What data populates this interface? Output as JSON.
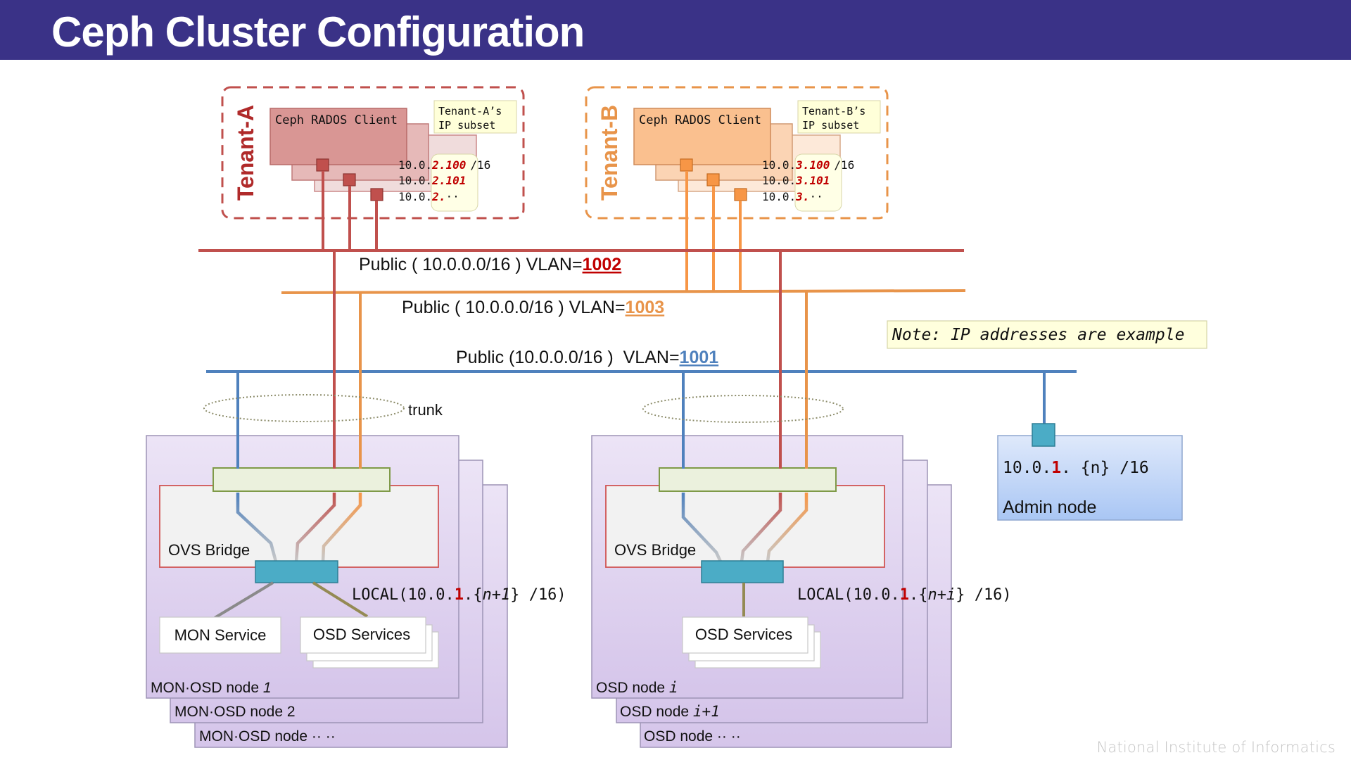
{
  "header": {
    "title": "Ceph Cluster Configuration"
  },
  "colors": {
    "header_bg": "#3a3287",
    "vlan_1002": "#c0504d",
    "vlan_1003": "#e8944a",
    "vlan_1001": "#4f81bd",
    "tenant_a_label": "#b02a2a",
    "tenant_b_label": "#e8944a",
    "ip_highlight": "#c00000",
    "node_fill": "#ddd0ef",
    "port": "#4bacc6"
  },
  "tenants": [
    {
      "label": "Tenant-A",
      "client_label": "Ceph RADOS Client",
      "subset_note": [
        "Tenant-A’s",
        "IP subset"
      ],
      "ips": [
        {
          "prefix": "10.0.",
          "suffix": "2.100",
          "mask": "/16"
        },
        {
          "prefix": "10.0.",
          "suffix": "2.101",
          "mask": ""
        },
        {
          "prefix": "10.0.",
          "suffix": "2.",
          "mask": "",
          "ellipsis": "··"
        }
      ]
    },
    {
      "label": "Tenant-B",
      "client_label": "Ceph RADOS Client",
      "subset_note": [
        "Tenant-B’s",
        "IP subset"
      ],
      "ips": [
        {
          "prefix": "10.0.",
          "suffix": "3.100",
          "mask": "/16"
        },
        {
          "prefix": "10.0.",
          "suffix": "3.101",
          "mask": ""
        },
        {
          "prefix": "10.0.",
          "suffix": "3.",
          "mask": "",
          "ellipsis": "··"
        }
      ]
    }
  ],
  "networks": [
    {
      "label": "Public ( 10.0.0.0/16 ) VLAN=",
      "vlan": "1002"
    },
    {
      "label": "Public ( 10.0.0.0/16 ) VLAN=",
      "vlan": "1003"
    },
    {
      "label": "Public (10.0.0.0/16 )  VLAN=",
      "vlan": "1001"
    }
  ],
  "trunk_label": "trunk",
  "note": "Note: IP addresses are example",
  "admin_node": {
    "ip_prefix": "10.0.",
    "ip_highlight": "1",
    "ip_suffix": ". {n} /16",
    "label": "Admin node"
  },
  "node_groups": [
    {
      "bridge_label": "OVS Bridge",
      "local": {
        "prefix": "LOCAL(10.0.",
        "highlight": "1",
        "mid": ".{",
        "var": "n+1",
        "suffix": "} /16)"
      },
      "services": [
        "MON Service",
        "OSD Services"
      ],
      "node_labels": [
        {
          "text": "MON·OSD node ",
          "italic": "1"
        },
        {
          "text": "MON·OSD node 2",
          "italic": ""
        },
        {
          "text": "MON·OSD node ·· ··",
          "italic": ""
        }
      ]
    },
    {
      "bridge_label": "OVS Bridge",
      "local": {
        "prefix": "LOCAL(10.0.",
        "highlight": "1",
        "mid": ".{",
        "var": "n+i",
        "suffix": "} /16)"
      },
      "services": [
        "OSD Services"
      ],
      "node_labels": [
        {
          "text": "OSD node ",
          "italic": "i"
        },
        {
          "text": "OSD node ",
          "italic": "i+1"
        },
        {
          "text": "OSD node ·· ··",
          "italic": ""
        }
      ]
    }
  ],
  "footer": "National Institute of Informatics"
}
